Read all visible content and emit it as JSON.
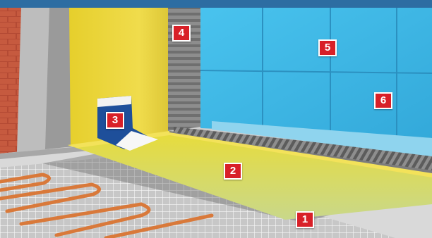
{
  "colors": {
    "header_bar": "#2d6da2",
    "marker_fill": "#d82028",
    "marker_text": "#ffffff",
    "tile_blue": "#3fb8e6",
    "membrane_yellow": "#e2d24a",
    "heating_cable": "#d9793a"
  },
  "markers": [
    {
      "label": "1",
      "name": "concrete-base-layer"
    },
    {
      "label": "2",
      "name": "waterproof-membrane-floor"
    },
    {
      "label": "3",
      "name": "corner-sealing-tape"
    },
    {
      "label": "4",
      "name": "tile-adhesive-wall"
    },
    {
      "label": "5",
      "name": "wall-tiles"
    },
    {
      "label": "6",
      "name": "floor-tiles"
    }
  ]
}
